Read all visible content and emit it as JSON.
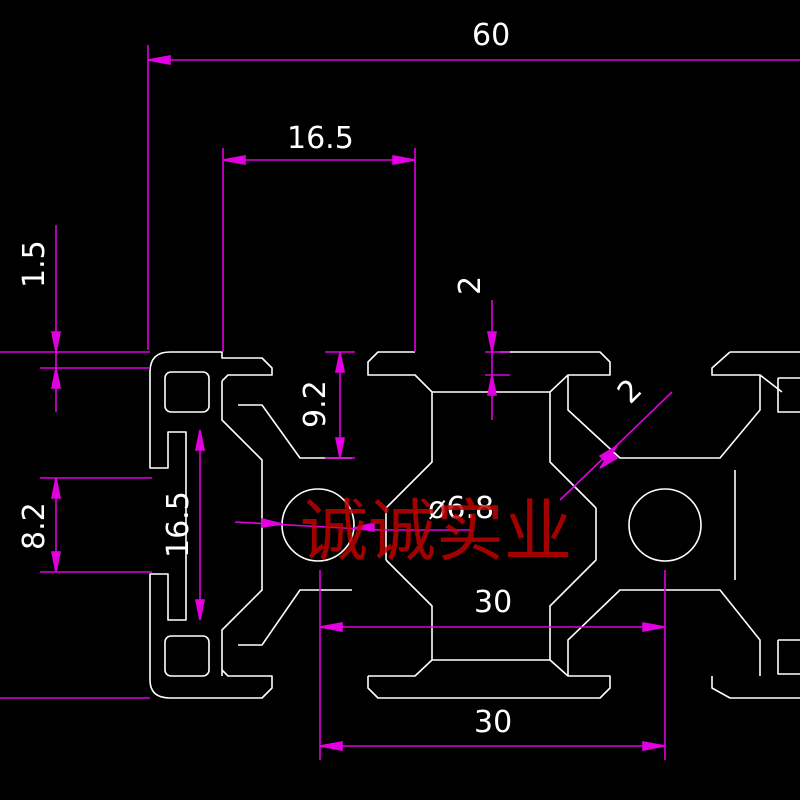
{
  "drawing": {
    "colors": {
      "background": "#000000",
      "dimension": "#e000e0",
      "outline": "#ffffff",
      "watermark": "#c00000"
    },
    "dimensions": {
      "overall_width": "60",
      "slot_opening": "16.5",
      "lip_thickness_left": "1.5",
      "wall_thickness_top": "2",
      "slot_depth": "9.2",
      "chamfer_wall": "2",
      "slot_width_small": "8.2",
      "slot_width_side": "16.5",
      "hole_diameter": "ø6.8",
      "pitch_inner": "30",
      "pitch_bottom": "30"
    },
    "watermark_text": "诚诚实业"
  }
}
